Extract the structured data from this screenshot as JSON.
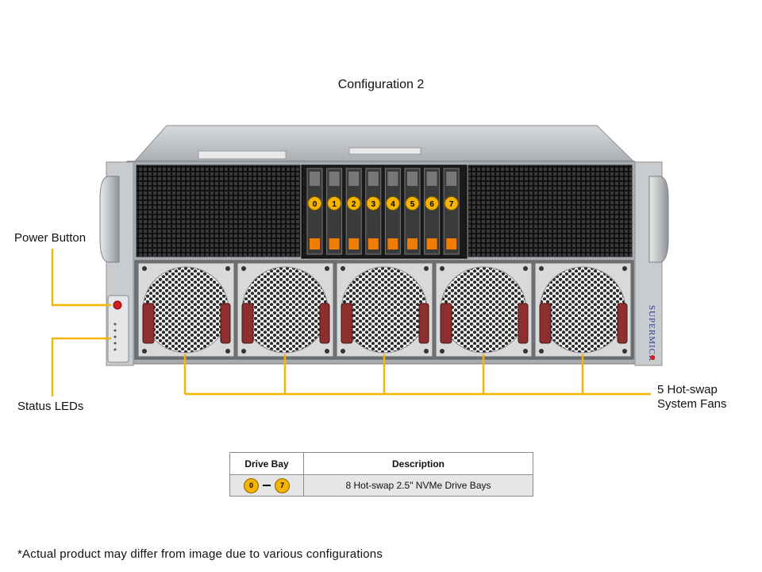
{
  "title": "Configuration 2",
  "labels": {
    "power_button": "Power Button",
    "status_leds": "Status LEDs",
    "fans_line1": "5 Hot-swap",
    "fans_line2": "System Fans"
  },
  "brand": "SUPERMICR",
  "drive_bays": [
    "0",
    "1",
    "2",
    "3",
    "4",
    "5",
    "6",
    "7"
  ],
  "table": {
    "headers": [
      "Drive Bay",
      "Description"
    ],
    "rows": [
      {
        "bay_start": "0",
        "bay_end": "7",
        "description": "8 Hot-swap 2.5\" NVMe Drive Bays"
      }
    ]
  },
  "footnote": "*Actual product may differ from image due to various configurations",
  "colors": {
    "callout_line": "#f5b400",
    "drive_tray_accent": "#f07d00",
    "badge": "#f5b400",
    "chassis": "#b8bcc0",
    "fan_latch": "#8e2f2f"
  }
}
